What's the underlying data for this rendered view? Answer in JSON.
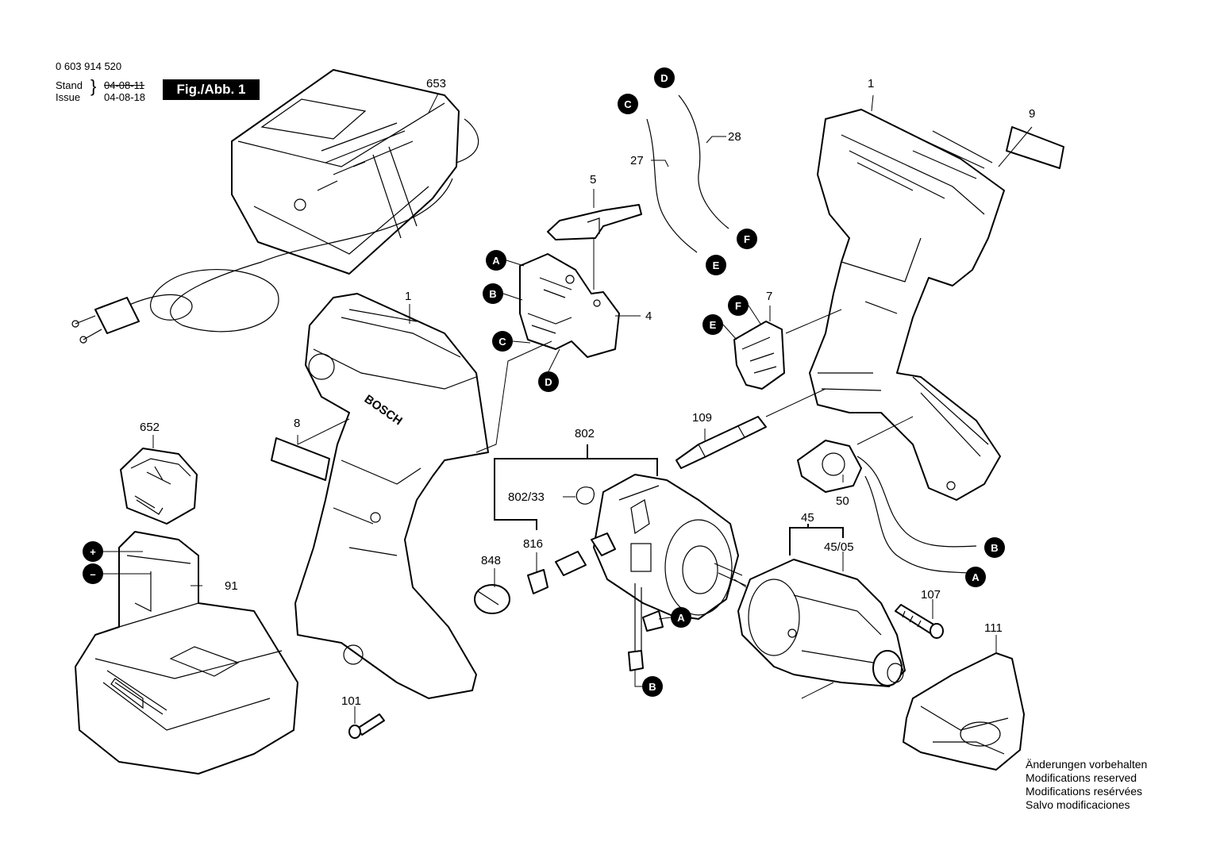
{
  "header": {
    "doc_number": "0 603 914 520",
    "stand_label": "Stand",
    "stand_date": "04-08-11",
    "issue_label": "Issue",
    "issue_date": "04-08-18",
    "figure_badge": "Fig./Abb. 1"
  },
  "part_numbers": {
    "p653": "653",
    "p1_top": "1",
    "p9": "9",
    "p28": "28",
    "p27": "27",
    "p5": "5",
    "p4": "4",
    "p7": "7",
    "p1_mid": "1",
    "p8": "8",
    "p652": "652",
    "p109": "109",
    "p802": "802",
    "p802_33": "802/33",
    "p848": "848",
    "p816": "816",
    "p50": "50",
    "p45": "45",
    "p45_05": "45/05",
    "p107": "107",
    "p111": "111",
    "p91": "91",
    "p101": "101"
  },
  "wire_markers": {
    "A": "A",
    "B": "B",
    "C": "C",
    "D": "D",
    "E": "E",
    "F": "F",
    "plus": "+",
    "minus": "–"
  },
  "brand_text": "BOSCH",
  "footer": {
    "line1": "Änderungen vorbehalten",
    "line2": "Modifications reserved",
    "line3": "Modifications resérvées",
    "line4": "Salvo modificaciones"
  }
}
